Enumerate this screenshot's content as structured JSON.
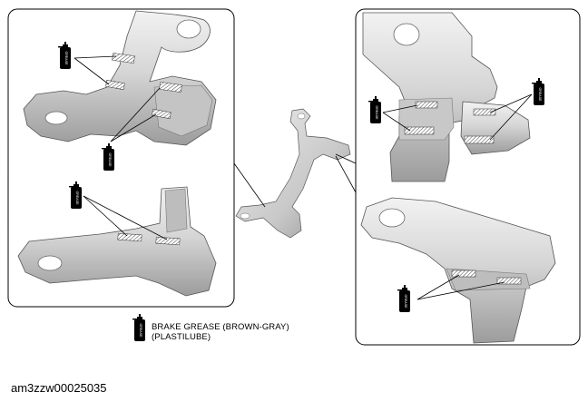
{
  "legend": {
    "line1": "BRAKE GREASE (BROWN-GRAY)",
    "line2": "(PLASTILUBE)",
    "icon": "grease-can-icon"
  },
  "figure_code": "am3zzw00025035",
  "icon_text": "GREASE",
  "colors": {
    "panel_border": "#000000",
    "part_fill": "#d9d9d9",
    "part_shade": "#a9a9a9",
    "grease_spot": "#ffffff"
  }
}
